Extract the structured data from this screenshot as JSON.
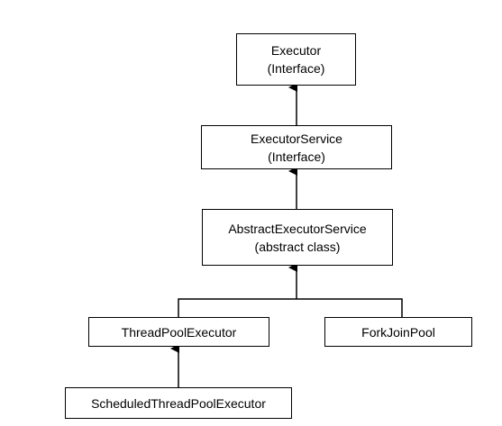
{
  "diagram": {
    "nodes": {
      "executor": {
        "name": "Executor",
        "kind": "(Interface)"
      },
      "executor_service": {
        "name": "ExecutorService",
        "kind": "(Interface)"
      },
      "abstract_executor_service": {
        "name": "AbstractExecutorService",
        "kind": "(abstract class)"
      },
      "thread_pool_executor": {
        "name": "ThreadPoolExecutor"
      },
      "fork_join_pool": {
        "name": "ForkJoinPool"
      },
      "scheduled_thread_pool_executor": {
        "name": "ScheduledThreadPoolExecutor"
      }
    },
    "edges": [
      {
        "from": "executor_service",
        "to": "executor",
        "type": "inherits"
      },
      {
        "from": "abstract_executor_service",
        "to": "executor_service",
        "type": "inherits"
      },
      {
        "from": "thread_pool_executor",
        "to": "abstract_executor_service",
        "type": "inherits"
      },
      {
        "from": "fork_join_pool",
        "to": "abstract_executor_service",
        "type": "inherits"
      },
      {
        "from": "scheduled_thread_pool_executor",
        "to": "thread_pool_executor",
        "type": "inherits"
      }
    ],
    "line_color": "#000000",
    "box_border_color": "#000000"
  }
}
